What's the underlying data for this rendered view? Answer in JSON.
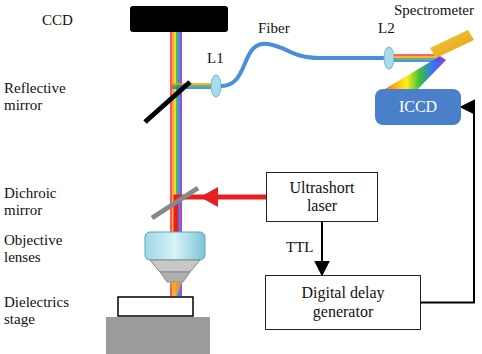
{
  "diagram": {
    "nodes": [
      {
        "text": [
          "ICCD"
        ]
      },
      {
        "text": [
          "Ultrashort laser"
        ]
      },
      {
        "text": [
          "Digital delay generator"
        ]
      }
    ],
    "edges": [
      {
        "from": 1,
        "to": 2,
        "arrow": "to",
        "label": "TTL"
      },
      {
        "from": 2,
        "to": 0,
        "arrow": "to"
      }
    ],
    "labels": [
      "CCD",
      "Fiber",
      "L2",
      "Spectrometer",
      "L1",
      "Reflective mirror",
      "Dichroic mirror",
      "Objective lenses",
      "Dielectrics stage"
    ]
  }
}
